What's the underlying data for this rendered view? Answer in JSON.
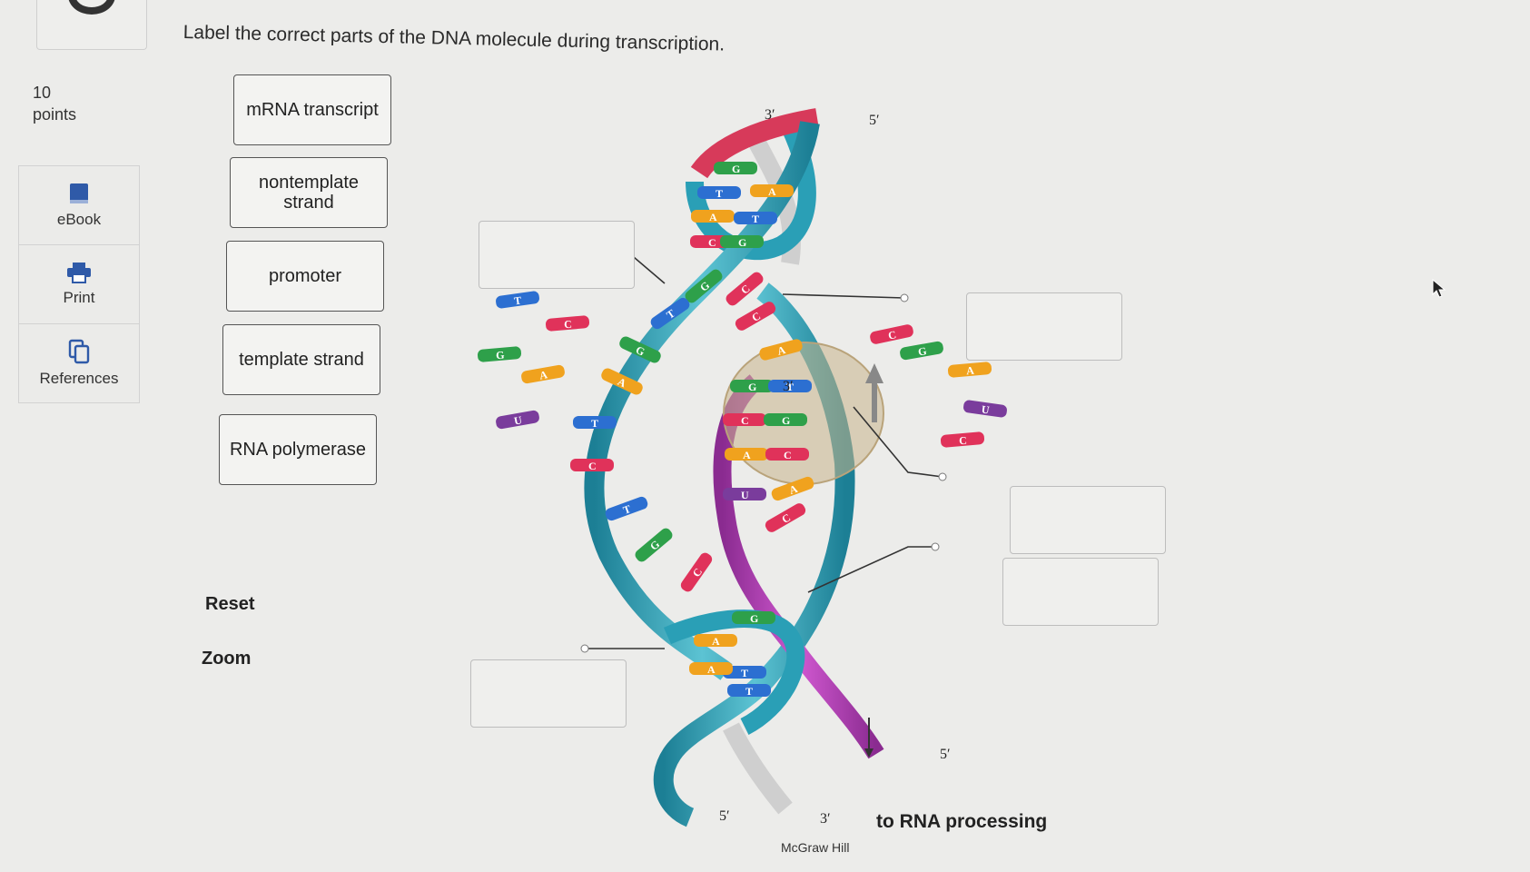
{
  "question": "Label the correct parts of the DNA molecule during transcription.",
  "points": {
    "value": "10",
    "unit": "points"
  },
  "sidebar": [
    {
      "label": "eBook",
      "icon": "book-icon"
    },
    {
      "label": "Print",
      "icon": "printer-icon"
    },
    {
      "label": "References",
      "icon": "copy-icon"
    }
  ],
  "labels": [
    "mRNA transcript",
    "nontemplate strand",
    "promoter",
    "template strand",
    "RNA polymerase"
  ],
  "controls": {
    "reset": "Reset",
    "zoom": "Zoom"
  },
  "diagram": {
    "ends": {
      "top_left": "3′",
      "top_right": "5′",
      "bottom_left": "5′",
      "bottom_mid": "3′",
      "rna_end": "5′",
      "bubble_end": "3′"
    },
    "processing": "to RNA processing",
    "credit": "McGraw Hill",
    "bases": [
      "T",
      "C",
      "G",
      "A",
      "U",
      "C",
      "G",
      "A",
      "U",
      "C",
      "G",
      "T",
      "A",
      "A",
      "T",
      "C",
      "G",
      "G",
      "C",
      "T",
      "C",
      "G",
      "A",
      "A",
      "T",
      "U",
      "C",
      "A",
      "T",
      "C",
      "G",
      "C",
      "G",
      "T",
      "C",
      "G",
      "A",
      "C",
      "G",
      "A",
      "T",
      "A",
      "T"
    ]
  },
  "colors": {
    "dna_strand": "#2aa0b8",
    "rna_strand": "#b43ab8",
    "enzyme": "#c8b48a"
  }
}
